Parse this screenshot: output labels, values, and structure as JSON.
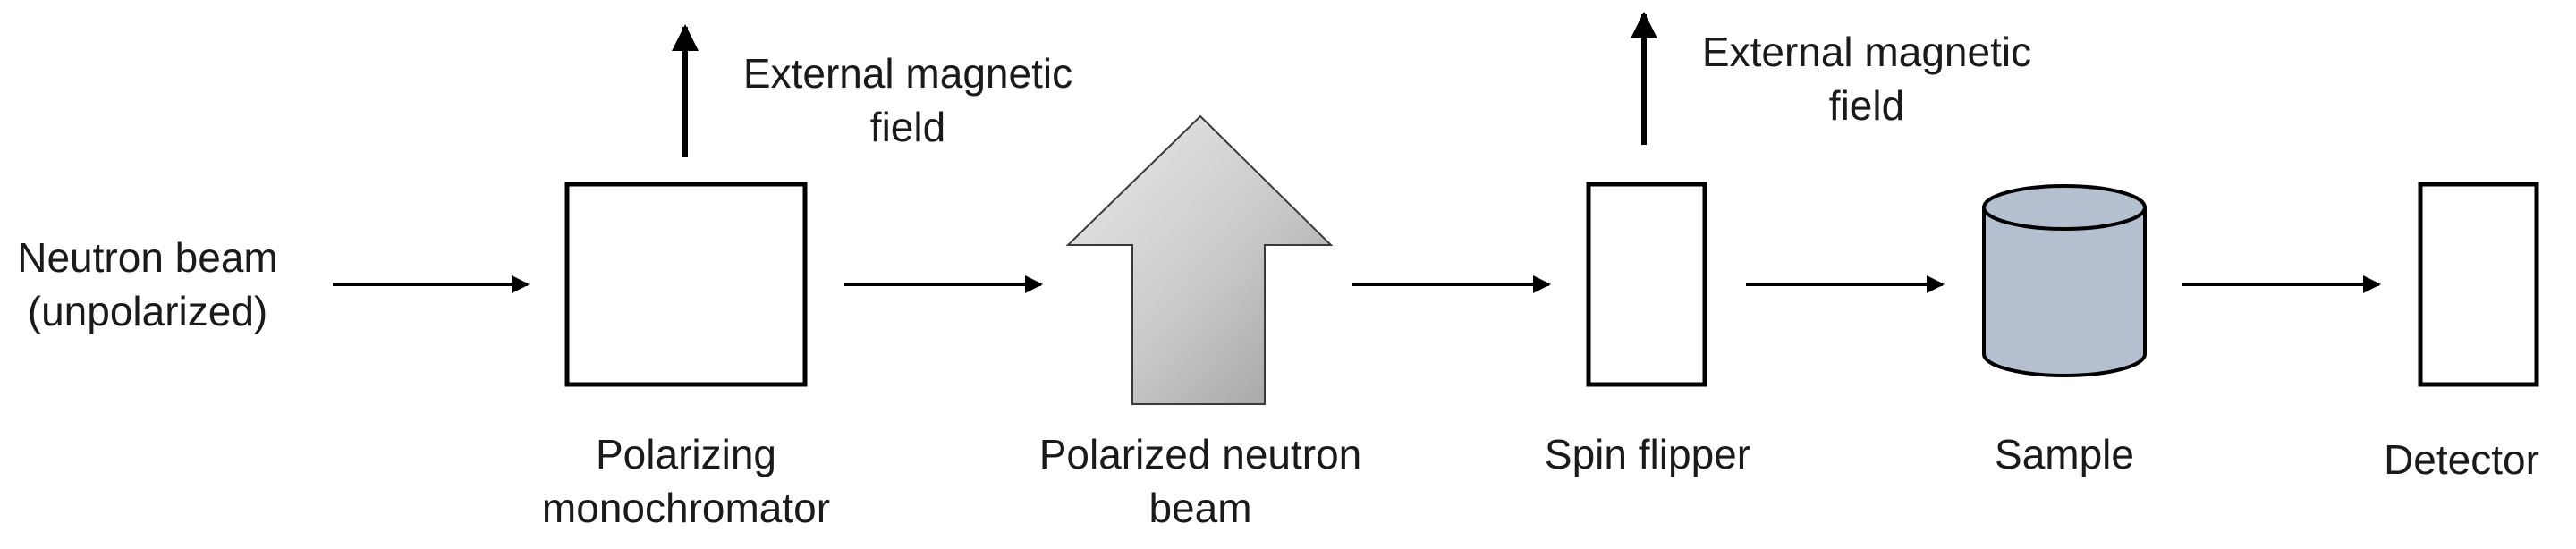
{
  "input": {
    "line1": "Neutron beam",
    "line2": "(unpolarized)"
  },
  "monochromator": {
    "line1": "Polarizing",
    "line2": "monochromator"
  },
  "field_1": {
    "line1": "External magnetic",
    "line2": "field"
  },
  "polarized_beam": {
    "line1": "Polarized neutron",
    "line2": "beam"
  },
  "flipper": {
    "label": "Spin flipper"
  },
  "field_2": {
    "line1": "External magnetic",
    "line2": "field"
  },
  "sample": {
    "label": "Sample",
    "color": "#b4bfd0"
  },
  "detector": {
    "label": "Detector"
  }
}
